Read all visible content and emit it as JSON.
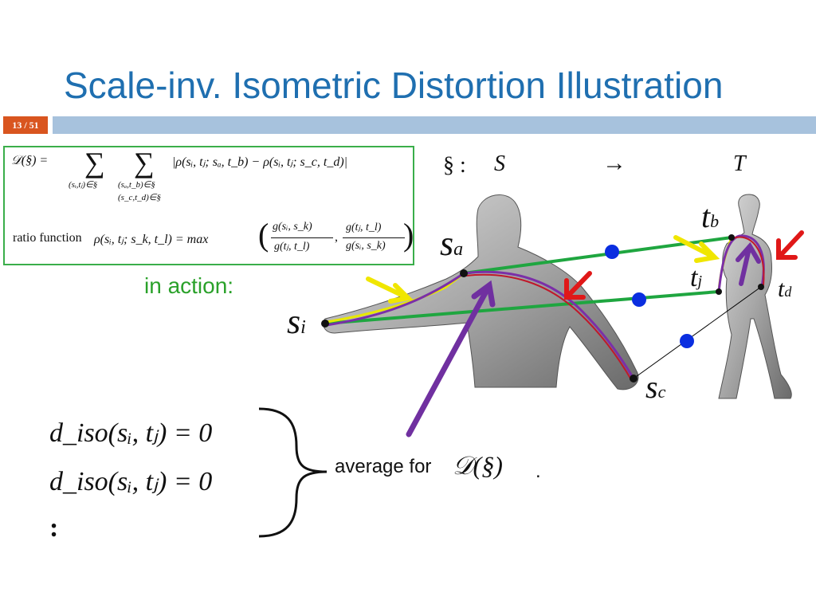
{
  "slide": {
    "title": "Scale-inv. Isometric Distortion Illustration",
    "page_number": "13 / 51",
    "in_action_label": "in action:",
    "average_label": "average for",
    "trailing_period": "."
  },
  "formula_box": {
    "distortion_lhs": "𝒟(§) =",
    "sum1_sub": "(sᵢ,tⱼ)∈§",
    "sum2_sub1": "(sₐ,t_b)∈§",
    "sum2_sub2": "(s_c,t_d)∈§",
    "distortion_rhs": "|ρ(sᵢ, tⱼ; sₐ, t_b) − ρ(sᵢ, tⱼ; s_c, t_d)|",
    "ratio_label": "ratio function",
    "ratio_lhs": "ρ(sᵢ, tⱼ; s_k, t_l) = max",
    "frac1_num": "g(sᵢ, s_k)",
    "frac1_den": "g(tⱼ, t_l)",
    "frac2_num": "g(tⱼ, t_l)",
    "frac2_den": "g(sᵢ, s_k)"
  },
  "mapping": {
    "symbol": "§ :",
    "source": "S",
    "arrow": "→",
    "target": "T"
  },
  "point_labels": {
    "s_a": "sa",
    "s_i": "si",
    "s_c": "sc",
    "t_b": "tb",
    "t_j": "tj",
    "t_d": "td"
  },
  "equations": {
    "line1": "d_iso(sᵢ, tⱼ) = 0",
    "line2": "d_iso(sᵢ, tⱼ) = 0",
    "ellipsis": ":",
    "average_target": "𝒟(§)"
  },
  "colors": {
    "title": "#1f6fb0",
    "page_badge": "#d9551f",
    "page_bar": "#a7c2dd",
    "formula_border": "#3aae4a",
    "correspondence_line": "#1fa640",
    "correspondence_dot": "#0a2ee0",
    "geodesic_purple": "#7b2fa8",
    "geodesic_red": "#c0182a",
    "geodesic_yellow": "#e8e800",
    "arrow_red": "#e01818",
    "arrow_yellow": "#f0e600",
    "arrow_purple": "#7030a0"
  }
}
